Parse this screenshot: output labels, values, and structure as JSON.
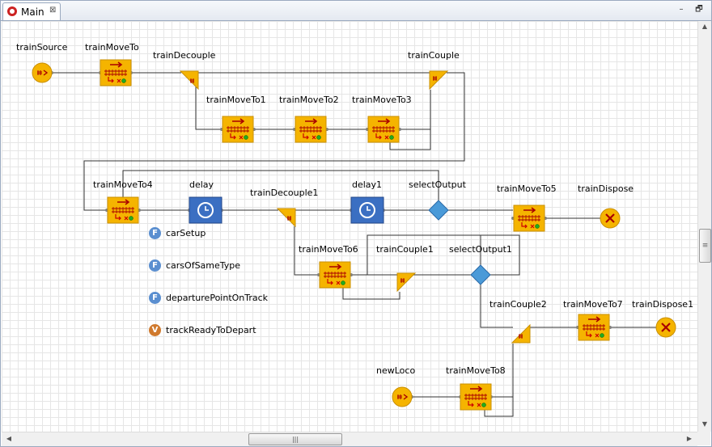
{
  "tab": {
    "title": "Main",
    "close": "⊠"
  },
  "window_controls": {
    "minimize": "–",
    "restore": "🗗"
  },
  "scroll": {
    "up": "▲",
    "down": "▼",
    "left": "◀",
    "right": "▶",
    "grip_h": "|||",
    "grip_v": "≡"
  },
  "blocks": {
    "trainSource": "trainSource",
    "trainMoveTo": "trainMoveTo",
    "trainDecouple": "trainDecouple",
    "trainCouple": "trainCouple",
    "trainMoveTo1": "trainMoveTo1",
    "trainMoveTo2": "trainMoveTo2",
    "trainMoveTo3": "trainMoveTo3",
    "trainMoveTo4": "trainMoveTo4",
    "delay": "delay",
    "trainDecouple1": "trainDecouple1",
    "delay1": "delay1",
    "selectOutput": "selectOutput",
    "trainMoveTo5": "trainMoveTo5",
    "trainDispose": "trainDispose",
    "trainMoveTo6": "trainMoveTo6",
    "trainCouple1": "trainCouple1",
    "selectOutput1": "selectOutput1",
    "trainCouple2": "trainCouple2",
    "trainMoveTo7": "trainMoveTo7",
    "trainDispose1": "trainDispose1",
    "newLoco": "newLoco",
    "trainMoveTo8": "trainMoveTo8"
  },
  "variables": [
    {
      "badge": "F",
      "name": "carSetup",
      "color": "#5b8fd0"
    },
    {
      "badge": "F",
      "name": "carsOfSameType",
      "color": "#5b8fd0"
    },
    {
      "badge": "F",
      "name": "departurePointOnTrack",
      "color": "#5b8fd0"
    },
    {
      "badge": "V",
      "name": "trackReadyToDepart",
      "color": "#d07a2e"
    }
  ],
  "colors": {
    "block": "#f5b400",
    "delay": "#3b6fc2",
    "select": "#4a9ad8",
    "line": "#333333",
    "port": "#808080"
  }
}
